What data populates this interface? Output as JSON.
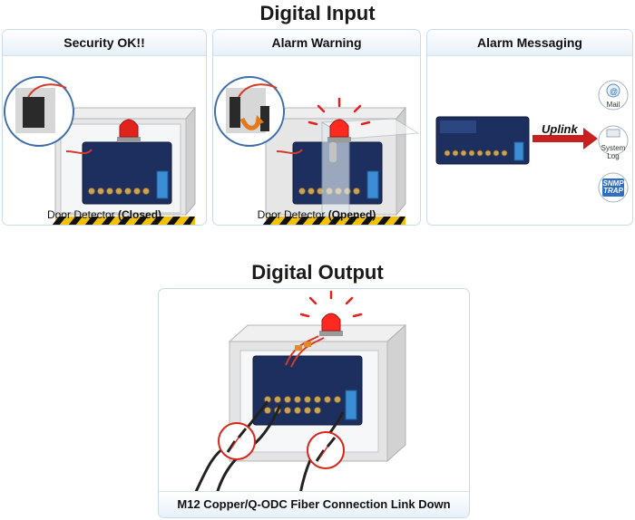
{
  "titles": {
    "digital_input": "Digital Input",
    "digital_output": "Digital Output"
  },
  "panels": {
    "security_ok": {
      "title": "Security OK!!",
      "caption_main": "Door Detector",
      "caption_state": "(Closed)"
    },
    "alarm_warning": {
      "title": "Alarm Warning",
      "caption_main": "Door Detector",
      "caption_state": "(Opened)"
    },
    "alarm_messaging": {
      "title": "Alarm Messaging",
      "uplink_label": "Uplink",
      "icons": [
        {
          "name": "mail-icon",
          "label": "Mail"
        },
        {
          "name": "system-log-icon",
          "label": "System Log"
        },
        {
          "name": "snmp-trap-icon",
          "label": "SNMP TRAP"
        }
      ]
    },
    "digital_output": {
      "caption": "M12 Copper/Q-ODC Fiber Connection Link Down"
    }
  },
  "colors": {
    "panel_border": "#c7dbea",
    "alarm_red": "#e0231c",
    "switch_blue": "#1c2f5e",
    "hazard_yellow": "#f2c200",
    "arrow_red": "#c81f1f"
  }
}
